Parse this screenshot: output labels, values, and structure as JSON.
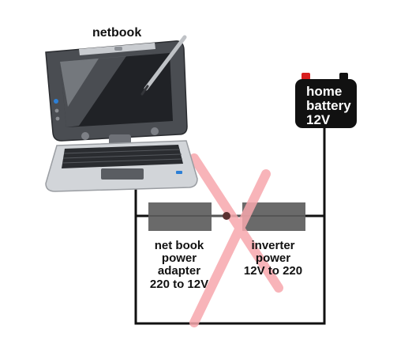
{
  "laptop": {
    "label": "netbook",
    "icon": "tablet-netbook-with-stylus"
  },
  "battery": {
    "lines": [
      "home",
      "battery",
      "12V"
    ],
    "body_color": "#111111",
    "text_color": "#ffffff",
    "positive_terminal_color": "#d81e1e",
    "negative_terminal_color": "#111111"
  },
  "adapter": {
    "lines": [
      "net book",
      "power",
      "adapter",
      "220 to 12V"
    ]
  },
  "inverter": {
    "lines": [
      "inverter",
      "power",
      "12V to 220"
    ]
  },
  "colors": {
    "wire": "#111111",
    "block": "#6a6a6a",
    "cross": "#f7a8ad",
    "junction": "#5a3030",
    "text": "#111111"
  },
  "cross_mark": {
    "meaning": "not-this-setup"
  }
}
